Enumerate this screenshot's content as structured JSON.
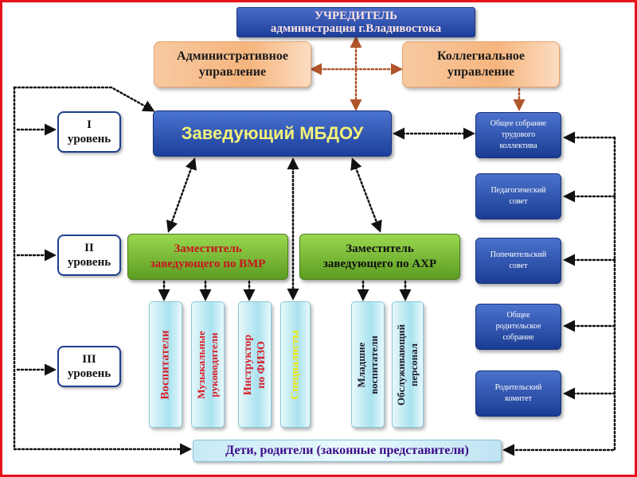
{
  "founder": {
    "title": "УЧРЕДИТЕЛЬ",
    "subtitle": "администрация г.Владивостока"
  },
  "admin_management": {
    "line1": "Административное",
    "line2": "управление"
  },
  "collegial_management": {
    "line1": "Коллегиальное",
    "line2": "управление"
  },
  "head": {
    "label": "Заведующий МБДОУ"
  },
  "levels": [
    {
      "numeral": "I",
      "word": "уровень"
    },
    {
      "numeral": "II",
      "word": "уровень"
    },
    {
      "numeral": "III",
      "word": "уровень"
    }
  ],
  "deputy_vmr": {
    "line1": "Заместитель",
    "line2": "заведующего по ВМР"
  },
  "deputy_ahr": {
    "line1": "Заместитель",
    "line2": "заведующего по АХР"
  },
  "staff": {
    "educators": {
      "lines": [
        "Воспитатели"
      ]
    },
    "music": {
      "lines": [
        "Музыкальные",
        "руководители"
      ]
    },
    "fizo": {
      "lines": [
        "Инструктор",
        "по ФИЗО"
      ]
    },
    "specialists": {
      "lines": [
        "Специалисты"
      ]
    },
    "junior": {
      "lines": [
        "Младшие",
        "воспитатели"
      ]
    },
    "service": {
      "lines": [
        "Обслуживающий",
        "персонал"
      ]
    }
  },
  "side_bodies": [
    {
      "lines": [
        "Общее собрание",
        "трудового",
        "коллектива"
      ]
    },
    {
      "lines": [
        "Педагогический",
        "совет"
      ]
    },
    {
      "lines": [
        "Попечительский",
        "совет"
      ]
    },
    {
      "lines": [
        "Общее",
        "родительское",
        "собрание"
      ]
    },
    {
      "lines": [
        "Родительский",
        "комитет"
      ]
    }
  ],
  "bottom": {
    "label": "Дети, родители (законные представители)"
  },
  "colors": {
    "frame": "#e8141c",
    "dotted_black": "#111111",
    "dotted_brown": "#b0542a",
    "staff_red": "#d8202a",
    "staff_yellow": "#f2e600",
    "staff_dark": "#1c1c2c",
    "vmr_text": "#c8141e",
    "ahr_text": "#101010"
  }
}
